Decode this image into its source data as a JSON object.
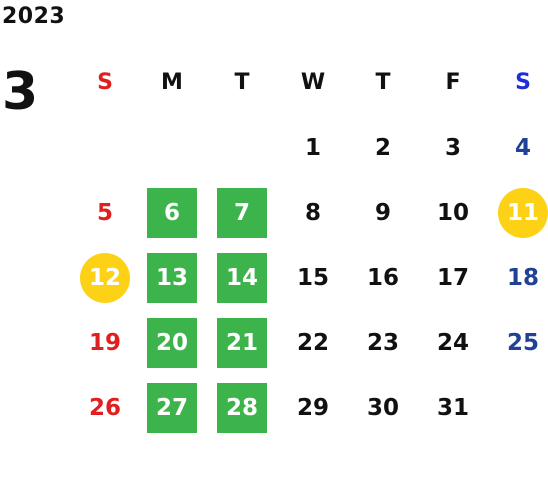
{
  "year": "2023",
  "month": "3",
  "colors": {
    "sunday": "#e02020",
    "saturday_header": "#1f2fd6",
    "saturday": "#1f4296",
    "weekday": "#111111",
    "highlight_green": "#3cb44b",
    "highlight_yellow": "#fcd116"
  },
  "weekdays": [
    "S",
    "M",
    "T",
    "W",
    "T",
    "F",
    "S"
  ],
  "weeks": [
    [
      "",
      "",
      "",
      "1",
      "2",
      "3",
      "4"
    ],
    [
      "5",
      "6",
      "7",
      "8",
      "9",
      "10",
      "11"
    ],
    [
      "12",
      "13",
      "14",
      "15",
      "16",
      "17",
      "18"
    ],
    [
      "19",
      "20",
      "21",
      "22",
      "23",
      "24",
      "25"
    ],
    [
      "26",
      "27",
      "28",
      "29",
      "30",
      "31",
      ""
    ]
  ],
  "green_days": [
    "6",
    "7",
    "13",
    "14",
    "20",
    "21",
    "27",
    "28"
  ],
  "yellow_days": [
    "11",
    "12"
  ]
}
